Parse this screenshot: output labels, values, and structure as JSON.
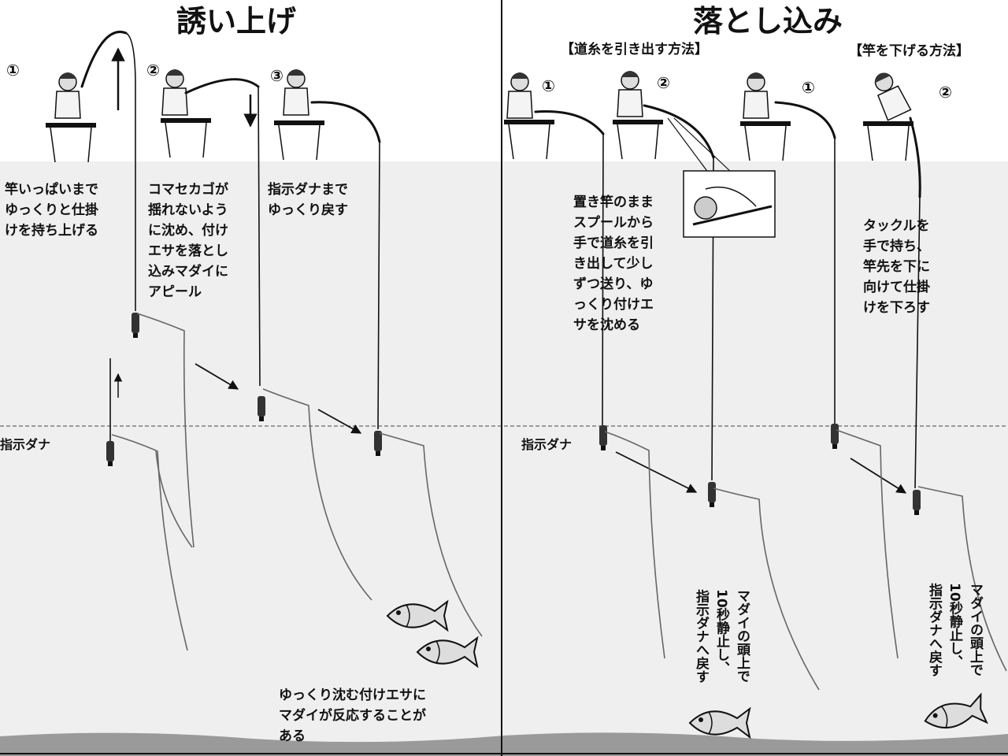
{
  "left_panel": {
    "title": "誘い上げ",
    "steps": [
      "①",
      "②",
      "③"
    ],
    "captions": [
      [
        "竿いっぱいまで",
        "ゆっくりと仕掛",
        "けを持ち上げる"
      ],
      [
        "コマセカゴが",
        "揺れないよう",
        "に沈め、付け",
        "エサを落とし",
        "込みマダイに",
        "アピール"
      ],
      [
        "指示ダナまで",
        "ゆっくり戻す"
      ]
    ],
    "tana_label": "指示ダナ",
    "note": [
      "ゆっくり沈む付けエサに",
      "マダイが反応することが",
      "ある"
    ]
  },
  "right_panel": {
    "title": "落とし込み",
    "method_a": "【道糸を引き出す方法】",
    "method_b": "【竿を下げる方法】",
    "steps_a": [
      "①",
      "②"
    ],
    "steps_b": [
      "①",
      "②"
    ],
    "caption_a": [
      "置き竿のまま",
      "スプールから",
      "手で道糸を引",
      "き出して少し",
      "ずつ送り、ゆ",
      "っくり付けエ",
      "サを沈める"
    ],
    "caption_b": [
      "タックルを",
      "手で持ち、",
      "竿先を下に",
      "向けて仕掛",
      "けを下ろす"
    ],
    "tana_label": "指示ダナ",
    "vertical_note_a": [
      "マダイの頭上で",
      "10秒静止し、",
      "指示ダナへ戻す"
    ],
    "vertical_note_b": [
      "マダイの頭上で",
      "10秒静止し、",
      "指示ダナへ戻す"
    ]
  },
  "colors": {
    "water": "#efefef",
    "seabed": "#9a9a9a",
    "ink": "#111111"
  }
}
